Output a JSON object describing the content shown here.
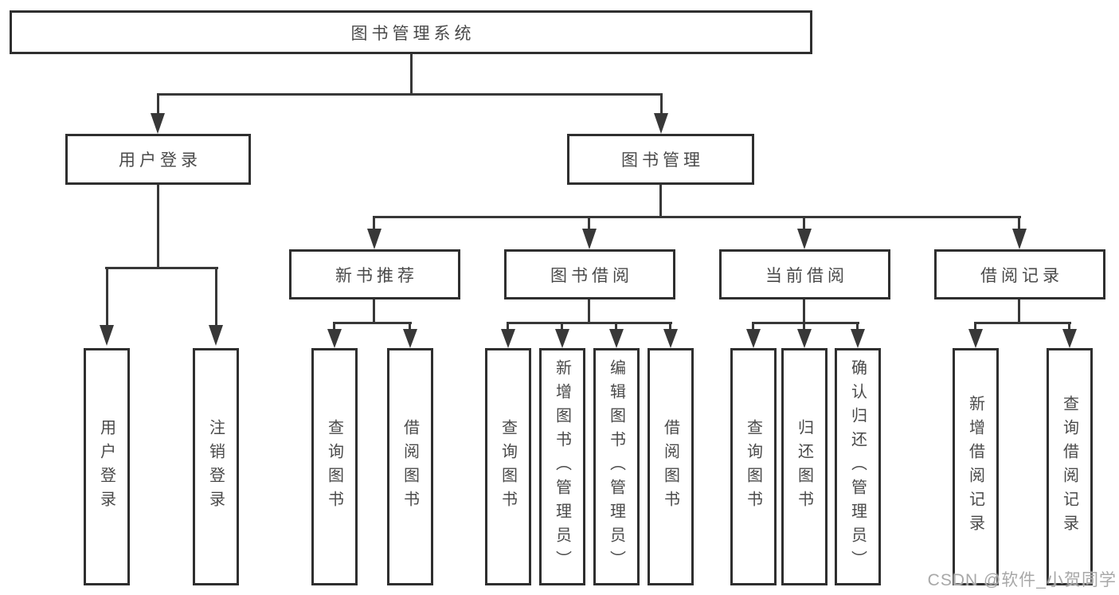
{
  "colors": {
    "line": "#383838",
    "box_border": "#2f2f2f",
    "box_text": "#4a4a4a",
    "watermark_text": "#a8a8a8"
  },
  "watermark": {
    "text": "CSDN @软件_小贺同学"
  },
  "tree": {
    "label": "图书管理系统",
    "children": [
      {
        "label": "用户登录",
        "children": [
          {
            "label": "用户登录"
          },
          {
            "label": "注销登录"
          }
        ]
      },
      {
        "label": "图书管理",
        "children": [
          {
            "label": "新书推荐",
            "children": [
              {
                "label": "查询图书"
              },
              {
                "label": "借阅图书"
              }
            ]
          },
          {
            "label": "图书借阅",
            "children": [
              {
                "label": "查询图书"
              },
              {
                "label": "新增图书（管理员）"
              },
              {
                "label": "编辑图书（管理员）"
              },
              {
                "label": "借阅图书"
              }
            ]
          },
          {
            "label": "当前借阅",
            "children": [
              {
                "label": "查询图书"
              },
              {
                "label": "归还图书"
              },
              {
                "label": "确认归还（管理员）"
              }
            ]
          },
          {
            "label": "借阅记录",
            "children": [
              {
                "label": "新增借阅记录"
              },
              {
                "label": "查询借阅记录"
              }
            ]
          }
        ]
      }
    ]
  }
}
